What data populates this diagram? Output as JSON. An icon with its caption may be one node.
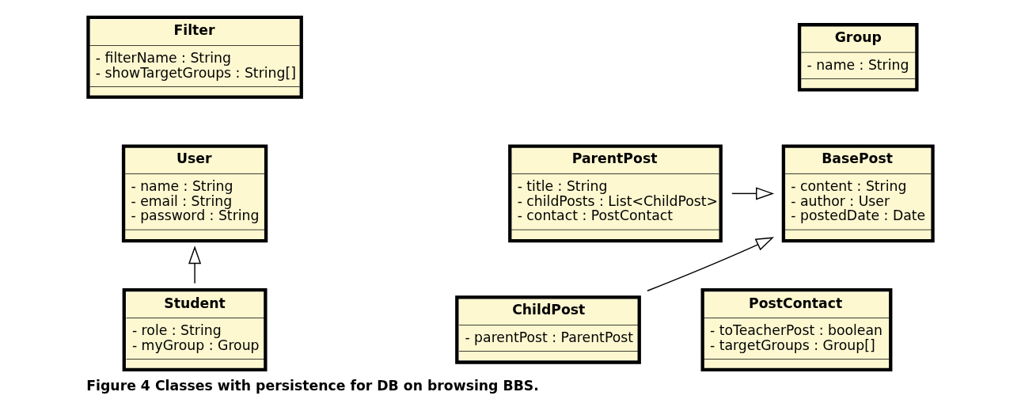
{
  "diagram": {
    "caption": "Figure 4 Classes with persistence for DB on browsing BBS.",
    "nodes": [
      {
        "text": [
          "Filter",
          "- filterName : String",
          "- showTargetGroups : String[]"
        ]
      },
      {
        "text": [
          "Group",
          "- name : String"
        ]
      },
      {
        "text": [
          "User",
          "- name : String",
          "- email : String",
          "- password : String"
        ]
      },
      {
        "text": [
          "ParentPost",
          "- title : String",
          "- childPosts : List<ChildPost>",
          "- contact : PostContact"
        ]
      },
      {
        "text": [
          "BasePost",
          "- content : String",
          "- author : User",
          "- postedDate : Date"
        ]
      },
      {
        "text": [
          "Student",
          "- role : String",
          "- myGroup : Group"
        ]
      },
      {
        "text": [
          "PostContact",
          "- toTeacherPost : boolean",
          "- targetGroups : Group[]"
        ]
      },
      {
        "text": [
          "ChildPost",
          "- parentPost : ParentPost"
        ]
      }
    ],
    "edges": [
      {
        "from": 5,
        "to": 2,
        "arrow": "to"
      },
      {
        "from": 3,
        "to": 4,
        "arrow": "to"
      },
      {
        "from": 7,
        "to": 4,
        "arrow": "to"
      }
    ]
  }
}
